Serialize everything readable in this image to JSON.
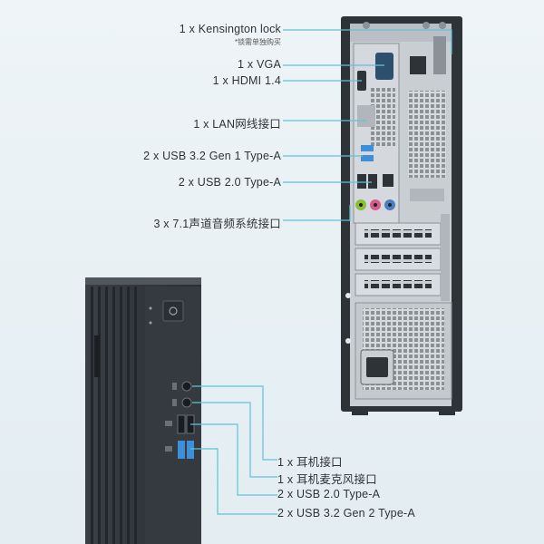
{
  "rear_labels": [
    {
      "text": "1 x Kensington lock"
    },
    {
      "text": "1 x VGA"
    },
    {
      "text": "1 x HDMI 1.4"
    },
    {
      "text": "1 x LAN网线接口"
    },
    {
      "text": "2 x USB 3.2 Gen 1 Type-A"
    },
    {
      "text": "2 x USB 2.0 Type-A"
    },
    {
      "text": "3 x 7.1声道音频系统接口"
    }
  ],
  "rear_note": "*锁需单独购买",
  "front_labels": [
    {
      "text": "1 x 耳机接口"
    },
    {
      "text": "1 x 耳机麦克风接口"
    },
    {
      "text": "2 x USB 2.0 Type-A"
    },
    {
      "text": "2 x USB 3.2 Gen 2 Type-A"
    }
  ],
  "colors": {
    "leader_line": "#5fc3d6",
    "chassis_dark": "#2e3338",
    "panel_silver": "#c9ced3",
    "usb3_blue": "#3d8fd8"
  }
}
